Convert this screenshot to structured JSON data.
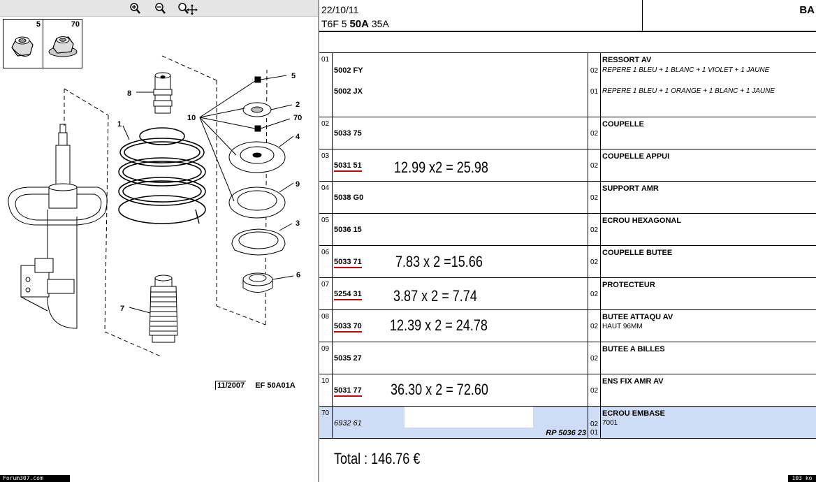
{
  "toolbar": {
    "buttons": [
      {
        "name": "zoom-in",
        "icon": "zoom-in-icon"
      },
      {
        "name": "zoom-out",
        "icon": "zoom-out-icon"
      },
      {
        "name": "zoom-pan",
        "icon": "zoom-pan-icon"
      }
    ]
  },
  "thumbnails": [
    {
      "number": "5"
    },
    {
      "number": "70"
    }
  ],
  "diagram": {
    "callouts": [
      "8",
      "1",
      "10",
      "5",
      "2",
      "70",
      "4",
      "9",
      "3",
      "6",
      "7"
    ],
    "reference_date": "11/2007",
    "reference_code": "EF 50A01A"
  },
  "status": {
    "left": "Forum307.com",
    "right": "103 ko"
  },
  "header": {
    "date": "22/10/11",
    "model_prefix": "T6F 5 ",
    "model_bold": "50A",
    "model_suffix": " 35A",
    "right_label": "BA"
  },
  "rows": [
    {
      "num": "01",
      "refs": [
        {
          "code": "5002 FY",
          "qty": "02"
        },
        {
          "code": "5002 JX",
          "qty": "01"
        }
      ],
      "desc": "RESSORT AV",
      "subs": [
        "REPERE 1 BLEU + 1 BLANC + 1 VIOLET + 1 JAUNE",
        "REPERE 1 BLEU + 1 ORANGE + 1 BLANC + 1 JAUNE"
      ]
    },
    {
      "num": "02",
      "refs": [
        {
          "code": "5033 75",
          "qty": "02"
        }
      ],
      "desc": "COUPELLE"
    },
    {
      "num": "03",
      "refs": [
        {
          "code": "5031 51",
          "qty": "02",
          "underline": true
        }
      ],
      "price": "12.99 x2 = 25.98",
      "desc": "COUPELLE APPUI"
    },
    {
      "num": "04",
      "refs": [
        {
          "code": "5038 G0",
          "qty": "02"
        }
      ],
      "desc": "SUPPORT AMR"
    },
    {
      "num": "05",
      "refs": [
        {
          "code": "5036 15",
          "qty": "02"
        }
      ],
      "desc": "ECROU HEXAGONAL"
    },
    {
      "num": "06",
      "refs": [
        {
          "code": "5033 71",
          "qty": "02",
          "underline": true
        }
      ],
      "price": "7.83 x 2 =15.66",
      "desc": "COUPELLE BUTEE"
    },
    {
      "num": "07",
      "refs": [
        {
          "code": "5254 31",
          "qty": "02",
          "underline": true
        }
      ],
      "price": "3.87 x 2 = 7.74",
      "desc": "PROTECTEUR"
    },
    {
      "num": "08",
      "refs": [
        {
          "code": "5033 70",
          "qty": "02",
          "underline": true
        }
      ],
      "price": "12.39 x 2 = 24.78",
      "desc": "BUTEE ATTAQU AV",
      "subs": [
        "HAUT 96MM"
      ]
    },
    {
      "num": "09",
      "refs": [
        {
          "code": "5035 27",
          "qty": "02"
        }
      ],
      "desc": "BUTEE A BILLES"
    },
    {
      "num": "10",
      "refs": [
        {
          "code": "5031 77",
          "qty": "02",
          "underline": true
        }
      ],
      "price": "36.30 x 2 = 72.60",
      "desc": "ENS FIX AMR AV"
    },
    {
      "num": "70",
      "refs": [
        {
          "code": "6932 61",
          "qty": "02",
          "italic": true
        }
      ],
      "desc": "ECROU EMBASE",
      "subs": [
        "7001"
      ],
      "rp": "RP 5036 23",
      "rp_qty": "01",
      "highlight": true
    }
  ],
  "total": "Total : 146.76 €",
  "colors": {
    "highlight_row": "#cfdcf5",
    "underline_red": "#cc0000",
    "toolbar": "#e5e5e5"
  }
}
